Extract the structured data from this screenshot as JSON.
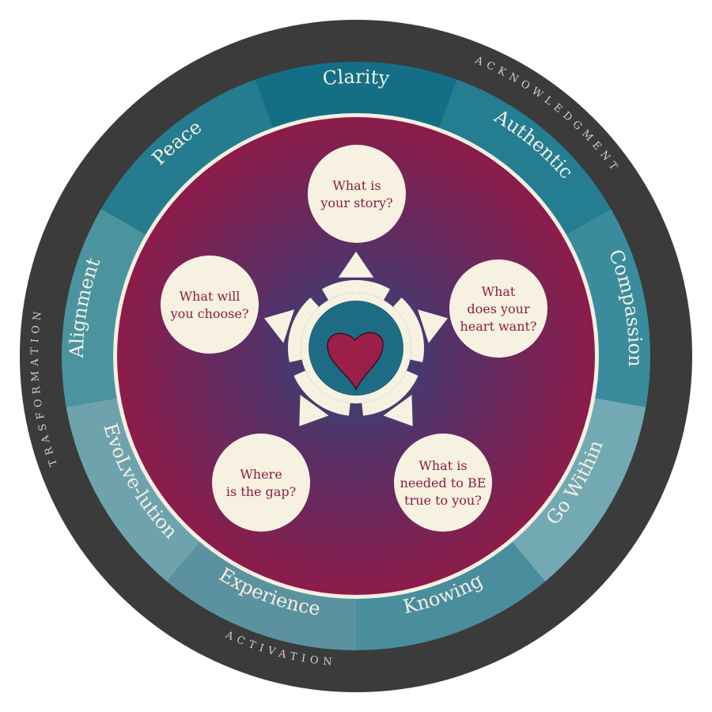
{
  "colors": {
    "outer_ring": "#3b3b3b",
    "center_magenta": "#8c1c4a",
    "center_blue": "#2c4a7a",
    "hub": "#1e6b84",
    "bubble": "#f6f1e1",
    "bubble_text": "#8b1d47",
    "heart": "#9c1f4a"
  },
  "outer_ring": {
    "labels": [
      "ACKNOWLEDGMENT",
      "ACTIVATION",
      "TRASFORMATION"
    ]
  },
  "segments": [
    {
      "label": "Clarity",
      "color": "#146f86"
    },
    {
      "label": "Authentic",
      "color": "#257d92"
    },
    {
      "label": "Compassion",
      "color": "#3a8c9d"
    },
    {
      "label": "Go Within",
      "color": "#73a9b3"
    },
    {
      "label": "Knowing",
      "color": "#4a8d9d"
    },
    {
      "label": "Experience",
      "color": "#5c92a0"
    },
    {
      "label": "EvoLve-lution",
      "color": "#6ea3ae"
    },
    {
      "label": "Alignment",
      "color": "#4b949f"
    },
    {
      "label": "Peace",
      "color": "#257c8f"
    }
  ],
  "questions": [
    {
      "lines": [
        "What is",
        "your story?"
      ]
    },
    {
      "lines": [
        "What",
        "does your",
        "heart want?"
      ]
    },
    {
      "lines": [
        "What is",
        "needed to BE",
        "true to you?"
      ]
    },
    {
      "lines": [
        "Where",
        "is the gap?"
      ]
    },
    {
      "lines": [
        "What will",
        "you choose?"
      ]
    }
  ],
  "center": {
    "icon": "heart-icon"
  }
}
